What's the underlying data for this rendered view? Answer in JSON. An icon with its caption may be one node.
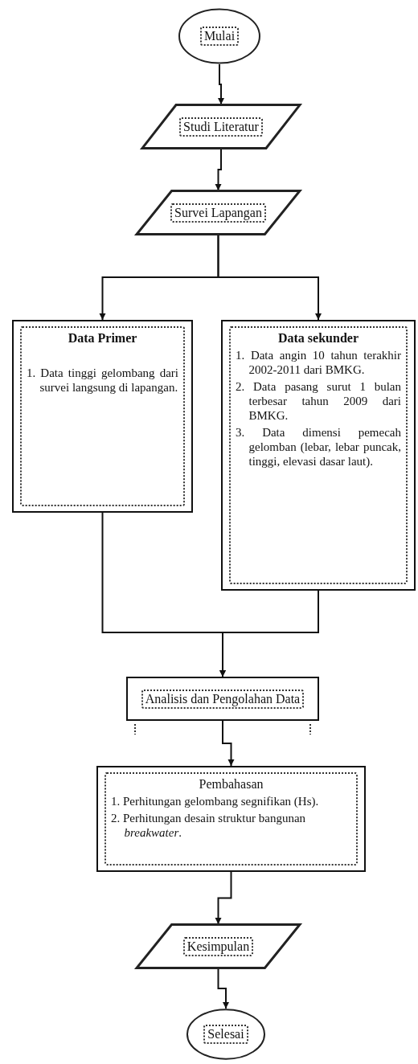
{
  "diagram": {
    "nodes": [
      {
        "text": [
          "Mulai"
        ]
      },
      {
        "text": [
          "Studi Literatur"
        ]
      },
      {
        "text": [
          "Survei Lapangan"
        ]
      },
      {
        "text": [
          "Data Primer",
          "1. Data tinggi gelombang dari survei langsung di lapangan."
        ]
      },
      {
        "text": [
          "Data sekunder",
          "1. Data angin 10 tahun terakhir 2002-2011 dari BMKG.",
          "2. Data pasang surut 1 bulan terbesar tahun 2009 dari BMKG.",
          "3. Data dimensi pemecah gelomban (lebar, lebar puncak, tinggi, elevasi dasar laut)."
        ]
      },
      {
        "text": [
          "Analisis dan Pengolahan Data"
        ]
      },
      {
        "text": [
          "Pembahasan",
          "1. Perhitungan gelombang segnifikan (Hs).",
          "2. Perhitungan desain struktur bangunan *breakwater*."
        ]
      },
      {
        "text": [
          "Kesimpulan"
        ]
      },
      {
        "text": [
          "Selesai"
        ]
      }
    ],
    "edges": [
      {
        "from": 0,
        "to": 1,
        "arrow": "to"
      },
      {
        "from": 1,
        "to": 2,
        "arrow": "to"
      },
      {
        "from": 2,
        "to": 3,
        "arrow": "to"
      },
      {
        "from": 2,
        "to": 4,
        "arrow": "to"
      },
      {
        "from": 3,
        "to": 5,
        "arrow": "to"
      },
      {
        "from": 4,
        "to": 5,
        "arrow": "to"
      },
      {
        "from": 5,
        "to": 6,
        "arrow": "to"
      },
      {
        "from": 6,
        "to": 7,
        "arrow": "to"
      },
      {
        "from": 7,
        "to": 8,
        "arrow": "to"
      }
    ]
  }
}
